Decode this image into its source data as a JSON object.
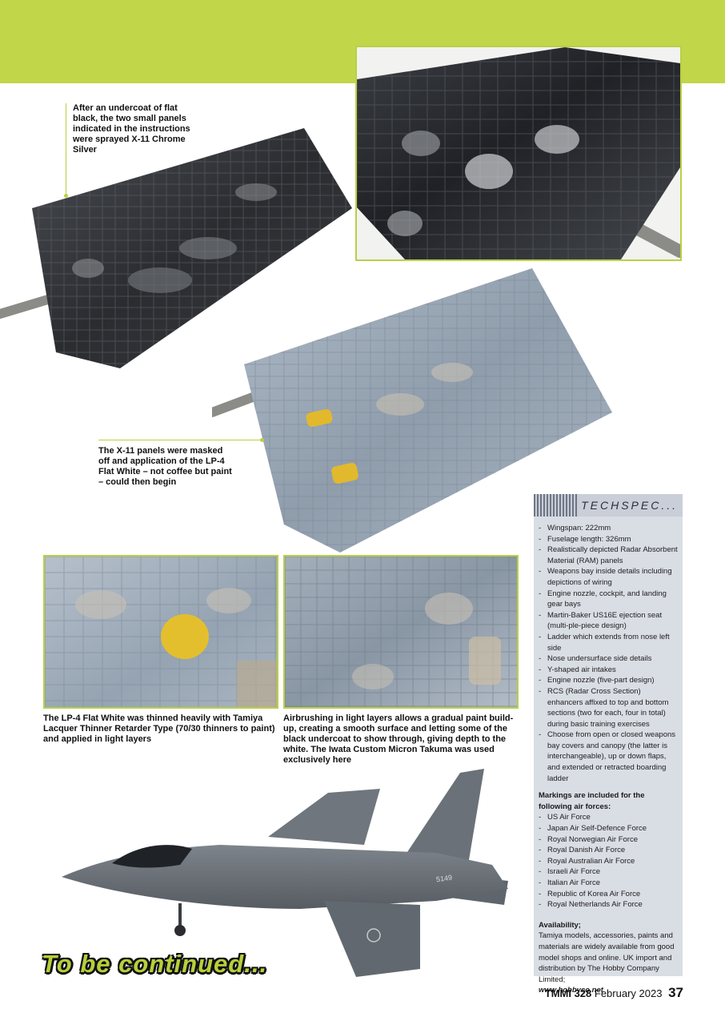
{
  "captions": {
    "chrome": "After an undercoat of flat black, the two small panels indicated in the instructions were sprayed X-11 Chrome Silver",
    "masked": "The X-11 panels were masked off and application of the LP-4 Flat White – not coffee but paint – could then begin",
    "thinned": "The LP-4 Flat White was thinned heavily with Tamiya Lacquer Thinner Retarder Type (70/30 thinners to paint) and applied in light layers",
    "airbrushing": "Airbrushing in light layers allows a gradual paint build-up, creating a smooth surface and letting some of the black undercoat to show through, giving depth to the white. The Iwata Custom Micron Takuma was used exclusively here"
  },
  "techspec": {
    "title": "TECHSPEC...",
    "features": [
      "Wingspan: 222mm",
      "Fuselage length: 326mm",
      "Realistically depicted Radar Absorbent Material (RAM) panels",
      "Weapons bay inside details including depictions of wiring",
      "Engine nozzle, cockpit, and landing gear bays",
      "Martin-Baker US16E ejection seat (multi-ple-piece design)",
      "Ladder which extends from nose left side",
      "Nose undersurface side details",
      "Y-shaped air intakes",
      "Engine nozzle (five-part design)",
      "RCS (Radar Cross Section) enhancers affixed to top and bottom sections (two for each, four in total) during basic training exercises",
      "Choose from open or closed weapons bay covers and canopy (the latter is interchangeable), up or down flaps, and extended or retracted boarding ladder"
    ],
    "markings_heading": "Markings are included for the following air forces:",
    "air_forces": [
      "US Air Force",
      "Japan Air Self-Defence Force",
      "Royal Norwegian Air Force",
      "Royal Danish Air Force",
      "Royal Australian Air Force",
      "Israeli Air Force",
      "Italian Air Force",
      "Republic of Korea Air Force",
      "Royal Netherlands Air Force"
    ],
    "availability_heading": "Availability;",
    "availability_text": "Tamiya models, accessories, paints and materials are widely available from good model shops and online. UK import and distribution by The Hobby Company Limited;",
    "availability_url": "www.hobbyco.net"
  },
  "aircraft": {
    "tail_number": "5149"
  },
  "closing": "To be continued...",
  "footer": {
    "publication": "TMMI 328",
    "date": "February 2023",
    "page": "37"
  },
  "colors": {
    "accent_green": "#c2d64a",
    "frame_green": "#b9d045",
    "techspec_bg": "#d9dde4"
  }
}
